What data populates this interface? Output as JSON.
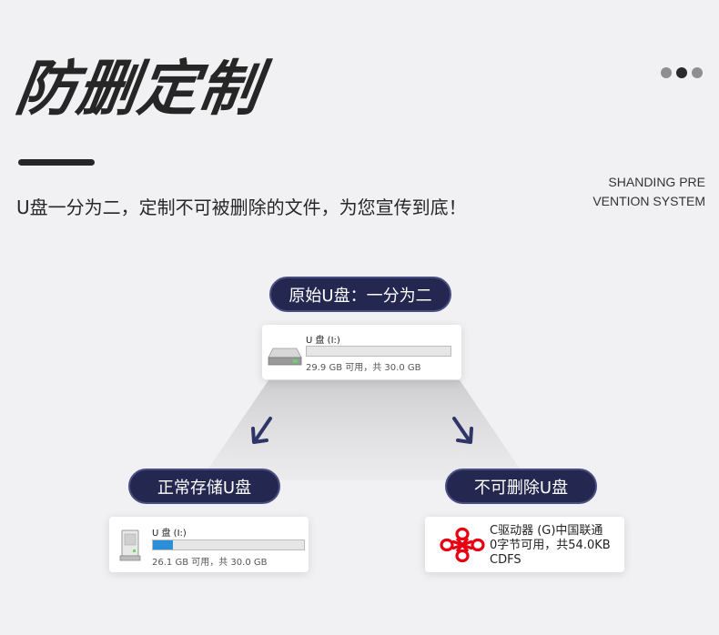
{
  "header": {
    "title": "防删定制",
    "subtitle": "U盘一分为二，定制不可被删除的文件，为您宣传到底！",
    "english_lines": [
      "SHANDING PRE",
      "VENTION SYSTEM"
    ],
    "dots": [
      {
        "active": false
      },
      {
        "active": true
      },
      {
        "active": false
      }
    ]
  },
  "top": {
    "pill_label": "原始U盘：一分为二",
    "drive": {
      "name": "U 盘 (I:)",
      "capacity": "29.9 GB 可用，共 30.0 GB",
      "used_fraction": 0.0,
      "icon": "usb-drive-icon"
    }
  },
  "left": {
    "pill_label": "正常存储U盘",
    "drive": {
      "name": "U 盘 (I:)",
      "capacity": "26.1 GB 可用，共 30.0 GB",
      "used_fraction": 0.13,
      "icon": "removable-disk-icon"
    }
  },
  "right": {
    "pill_label": "不可删除U盘",
    "drive": {
      "lines": [
        "C驱动器 (G)中国联通",
        "0字节可用，共54.0KB",
        "CDFS"
      ],
      "icon": "china-unicom-logo-icon"
    }
  },
  "colors": {
    "pill_bg": "#24274f",
    "progress_fill": "#2a8fd6",
    "arrow": "#2f3566",
    "logo_red": "#e60012"
  }
}
